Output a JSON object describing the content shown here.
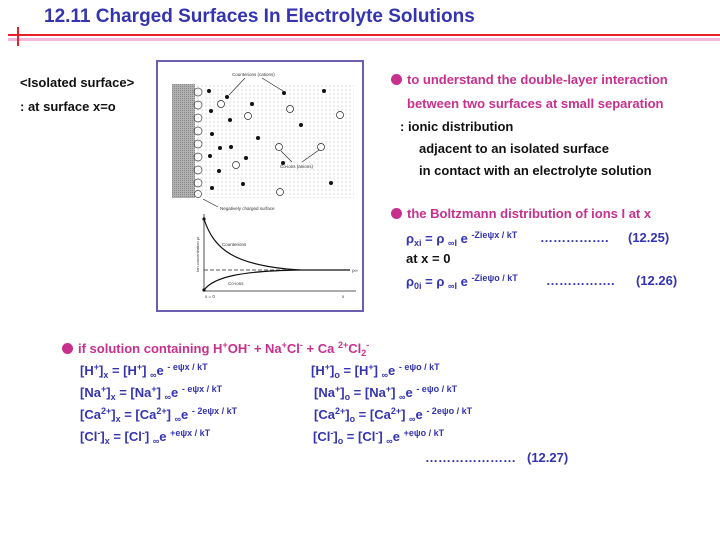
{
  "title": "12.11   Charged Surfaces In Electrolyte Solutions",
  "left": {
    "heading": "<Isolated surface>",
    "subheading": ": at surface x=o"
  },
  "figure": {
    "counterions_label": "Counterions (cations)",
    "coions_label": "Co-ions (anions)",
    "surface_label": "Negatively charged surface",
    "graph_counterions": "Counterions",
    "graph_coions": "Co-ions",
    "y_axis_label": "Ion concentration ρi",
    "x0_label": "x = 0",
    "x_label": "x",
    "rho_inf_label": "ρ∞"
  },
  "right": {
    "bullet1_line1": "to understand the double-layer interaction",
    "bullet1_line2": "between two surfaces at small separation",
    "ionic": ": ionic distribution",
    "adjacent": "adjacent to an isolated surface",
    "contact": "in contact with an electrolyte solution",
    "bullet2": "the Boltzmann distribution of ions I at x",
    "at_x0": "at x = 0",
    "eq1": [
      {
        "t": "ρ"
      },
      {
        "t": "xi",
        "s": "sub"
      },
      {
        "t": " = ρ "
      },
      {
        "t": "∞I",
        "s": "sub"
      },
      {
        "t": "  e "
      },
      {
        "t": "-Zieψx / kT",
        "s": "sup"
      }
    ],
    "eq1_dots": "…………….",
    "eq1_num": "(12.25)",
    "eq2": [
      {
        "t": "ρ"
      },
      {
        "t": "0i",
        "s": "sub"
      },
      {
        "t": " = ρ "
      },
      {
        "t": "∞I",
        "s": "sub"
      },
      {
        "t": "  e "
      },
      {
        "t": "-Zieψo / kT",
        "s": "sup"
      }
    ],
    "eq2_dots": "…………….",
    "eq2_num": "(12.26)"
  },
  "bottom": {
    "heading": [
      {
        "t": "if solution containing H"
      },
      {
        "t": "+",
        "s": "sup"
      },
      {
        "t": "OH"
      },
      {
        "t": "-",
        "s": "sup"
      },
      {
        "t": " + Na"
      },
      {
        "t": "+",
        "s": "sup"
      },
      {
        "t": "Cl"
      },
      {
        "t": "-",
        "s": "sup"
      },
      {
        "t": " + Ca "
      },
      {
        "t": "2+",
        "s": "sup"
      },
      {
        "t": "Cl"
      },
      {
        "t": "2",
        "s": "sub"
      },
      {
        "t": "-",
        "s": "sup"
      }
    ],
    "left_eqs": [
      [
        {
          "t": "[H"
        },
        {
          "t": "+",
          "s": "sup"
        },
        {
          "t": "]"
        },
        {
          "t": "x",
          "s": "sub"
        },
        {
          "t": " = [H"
        },
        {
          "t": "+",
          "s": "sup"
        },
        {
          "t": "] "
        },
        {
          "t": "∞",
          "s": "sub"
        },
        {
          "t": "e "
        },
        {
          "t": "- eψx / kT",
          "s": "sup"
        }
      ],
      [
        {
          "t": "[Na"
        },
        {
          "t": "+",
          "s": "sup"
        },
        {
          "t": "]"
        },
        {
          "t": "x",
          "s": "sub"
        },
        {
          "t": " = [Na"
        },
        {
          "t": "+",
          "s": "sup"
        },
        {
          "t": "] "
        },
        {
          "t": "∞",
          "s": "sub"
        },
        {
          "t": "e "
        },
        {
          "t": "- eψx / kT",
          "s": "sup"
        }
      ],
      [
        {
          "t": "[Ca"
        },
        {
          "t": "2+",
          "s": "sup"
        },
        {
          "t": "]"
        },
        {
          "t": "x",
          "s": "sub"
        },
        {
          "t": " = [Ca"
        },
        {
          "t": "2+",
          "s": "sup"
        },
        {
          "t": "] "
        },
        {
          "t": "∞",
          "s": "sub"
        },
        {
          "t": "e "
        },
        {
          "t": "- 2eψx / kT",
          "s": "sup"
        }
      ],
      [
        {
          "t": "[Cl"
        },
        {
          "t": "-",
          "s": "sup"
        },
        {
          "t": "]"
        },
        {
          "t": "x",
          "s": "sub"
        },
        {
          "t": " = [Cl"
        },
        {
          "t": "-",
          "s": "sup"
        },
        {
          "t": "] "
        },
        {
          "t": "∞",
          "s": "sub"
        },
        {
          "t": "e "
        },
        {
          "t": "+eψx / kT",
          "s": "sup"
        }
      ]
    ],
    "right_eqs": [
      [
        {
          "t": "[H"
        },
        {
          "t": "+",
          "s": "sup"
        },
        {
          "t": "]"
        },
        {
          "t": "o",
          "s": "sub"
        },
        {
          "t": " = [H"
        },
        {
          "t": "+",
          "s": "sup"
        },
        {
          "t": "] "
        },
        {
          "t": "∞",
          "s": "sub"
        },
        {
          "t": "e "
        },
        {
          "t": "- eψo / kT",
          "s": "sup"
        }
      ],
      [
        {
          "t": "[Na"
        },
        {
          "t": "+",
          "s": "sup"
        },
        {
          "t": "]"
        },
        {
          "t": "o",
          "s": "sub"
        },
        {
          "t": " = [Na"
        },
        {
          "t": "+",
          "s": "sup"
        },
        {
          "t": "] "
        },
        {
          "t": "∞",
          "s": "sub"
        },
        {
          "t": "e "
        },
        {
          "t": "- eψo / kT",
          "s": "sup"
        }
      ],
      [
        {
          "t": "[Ca"
        },
        {
          "t": "2+",
          "s": "sup"
        },
        {
          "t": "]"
        },
        {
          "t": "o",
          "s": "sub"
        },
        {
          "t": " = [Ca"
        },
        {
          "t": "2+",
          "s": "sup"
        },
        {
          "t": "] "
        },
        {
          "t": "∞",
          "s": "sub"
        },
        {
          "t": "e "
        },
        {
          "t": "- 2eψo / kT",
          "s": "sup"
        }
      ],
      [
        {
          "t": "[Cl"
        },
        {
          "t": "-",
          "s": "sup"
        },
        {
          "t": "]"
        },
        {
          "t": "o",
          "s": "sub"
        },
        {
          "t": " = [Cl"
        },
        {
          "t": "-",
          "s": "sup"
        },
        {
          "t": "] "
        },
        {
          "t": "∞",
          "s": "sub"
        },
        {
          "t": "e "
        },
        {
          "t": "+eψo / kT",
          "s": "sup"
        }
      ]
    ],
    "dots": "…………………",
    "eq_num": "(12.27)"
  },
  "colors": {
    "title": "#3434b0",
    "accent": "#c8308e",
    "rule": "#e8202a",
    "equation": "#3434b0"
  }
}
